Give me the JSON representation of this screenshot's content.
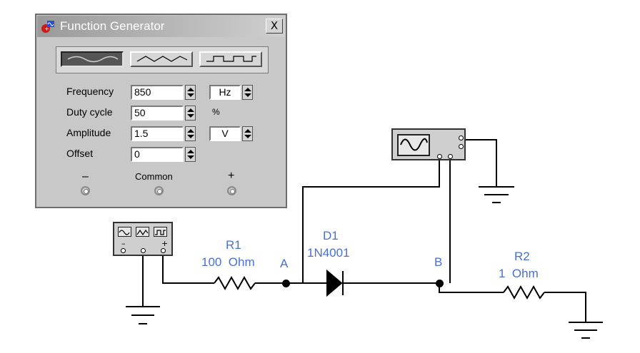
{
  "window": {
    "title": "Function Generator",
    "close_label": "X"
  },
  "waveforms": [
    {
      "name": "sine",
      "selected": true
    },
    {
      "name": "triangle",
      "selected": false
    },
    {
      "name": "square",
      "selected": false
    }
  ],
  "params": {
    "frequency": {
      "label": "Frequency",
      "value": "850",
      "unit": "Hz"
    },
    "duty_cycle": {
      "label": "Duty cycle",
      "value": "50",
      "unit": "%"
    },
    "amplitude": {
      "label": "Amplitude",
      "value": "1.5",
      "unit": "V"
    },
    "offset": {
      "label": "Offset",
      "value": "0"
    }
  },
  "terminals": {
    "minus": "–",
    "common": "Common",
    "plus": "+"
  },
  "circuit": {
    "r1_name": "R1",
    "r1_value": "100  Ohm",
    "d1_name": "D1",
    "d1_value": "1N4001",
    "r2_name": "R2",
    "r2_value": "1  Ohm",
    "node_a": "A",
    "node_b": "B",
    "fg_minus": "–",
    "fg_plus": "+"
  },
  "icons": [
    "function-generator-app-icon",
    "sine-wave-icon",
    "triangle-wave-icon",
    "square-wave-icon",
    "oscilloscope-icon",
    "ground-icon"
  ]
}
